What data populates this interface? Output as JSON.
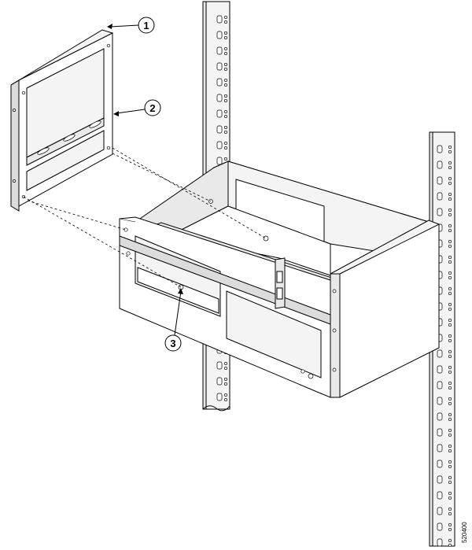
{
  "figure": {
    "callouts": [
      {
        "label": "1"
      },
      {
        "label": "2"
      },
      {
        "label": "3"
      }
    ],
    "figure_id": "520400"
  }
}
